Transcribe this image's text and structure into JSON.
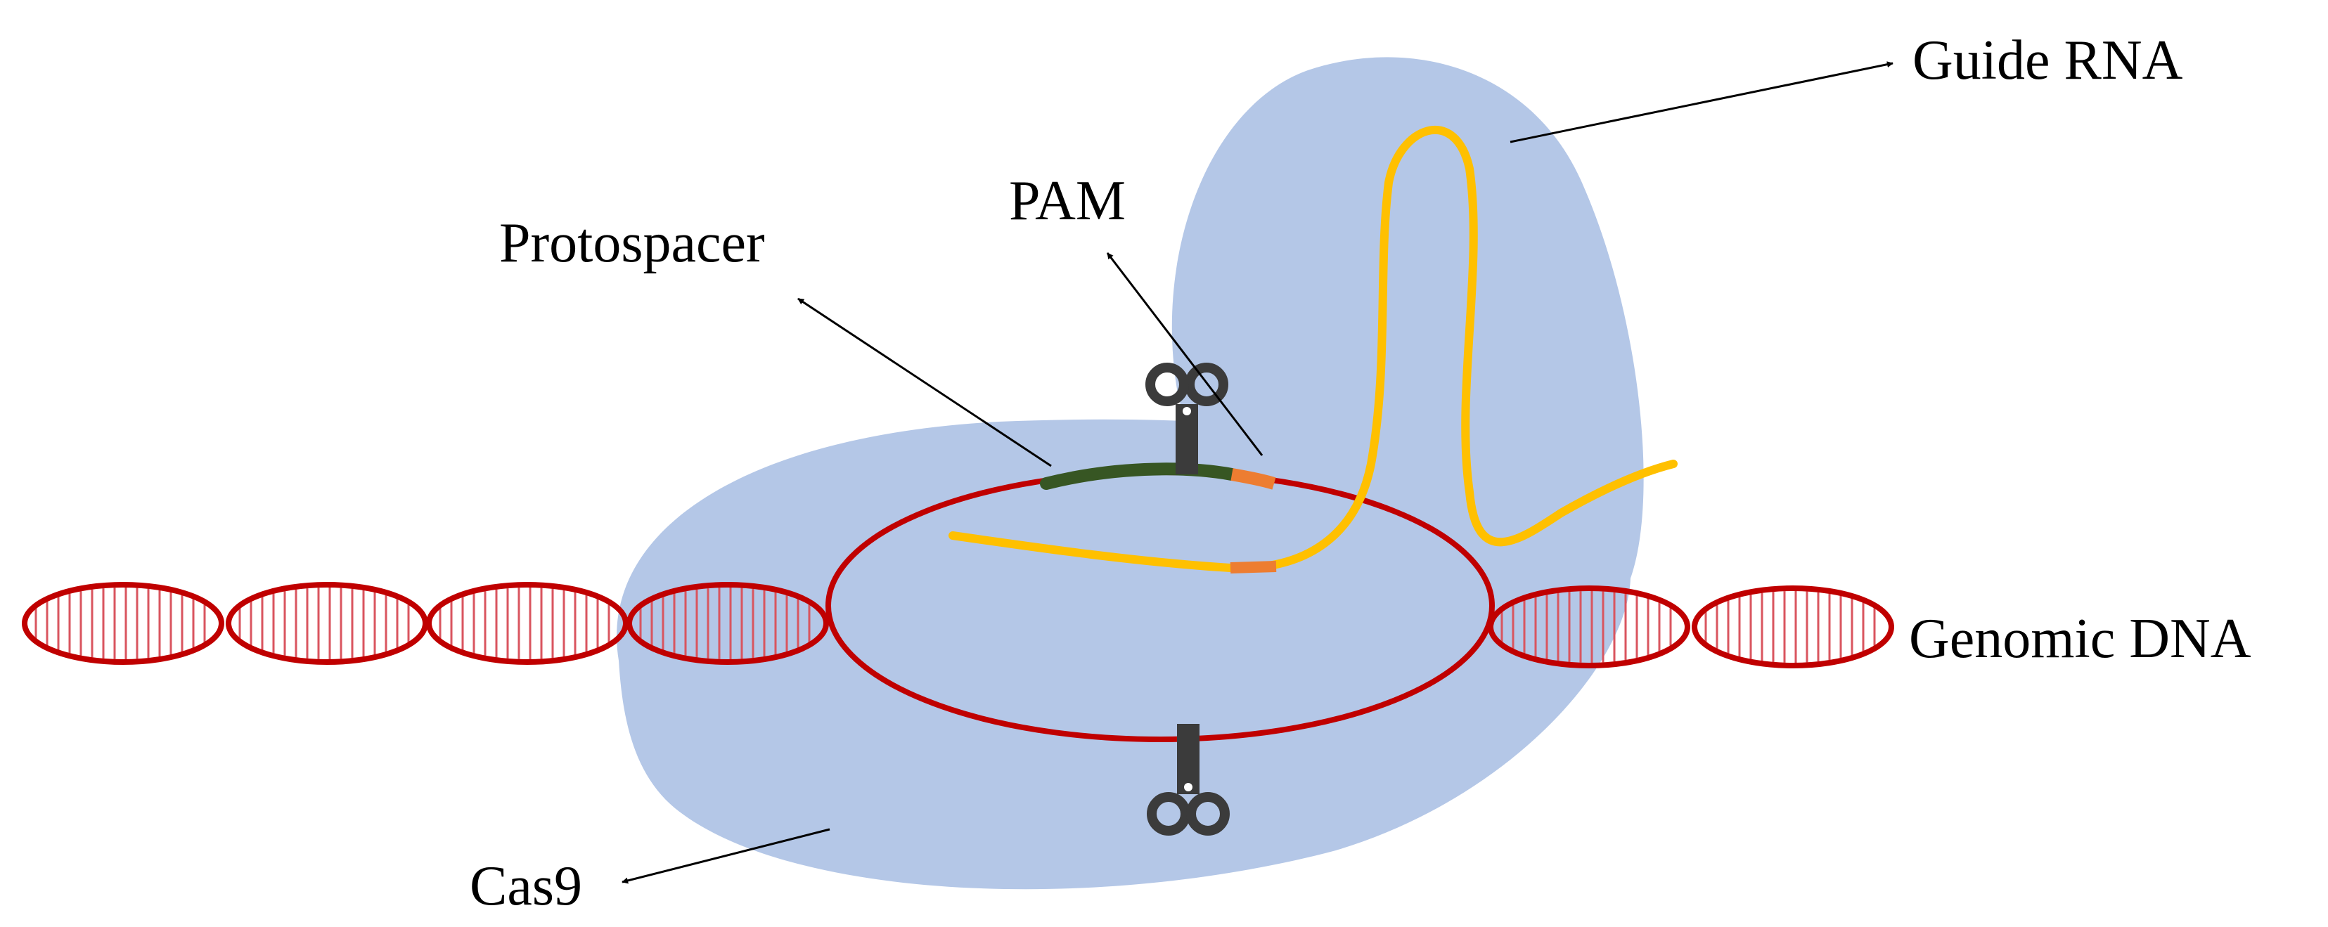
{
  "labels": {
    "guide_rna": "Guide RNA",
    "pam": "PAM",
    "protospacer": "Protospacer",
    "genomic_dna": "Genomic DNA",
    "cas9": "Cas9"
  },
  "colors": {
    "cas9_fill": "#b4c7e7",
    "dna_strand": "#c00000",
    "dna_rung": "#d9555f",
    "guide_rna": "#ffc000",
    "protospacer": "#375623",
    "pam": "#ed7d31",
    "scissors": "#3b3b3b",
    "arrow": "#000000"
  },
  "icons": {
    "top_scissors": "scissors-icon",
    "bottom_scissors": "scissors-icon"
  }
}
